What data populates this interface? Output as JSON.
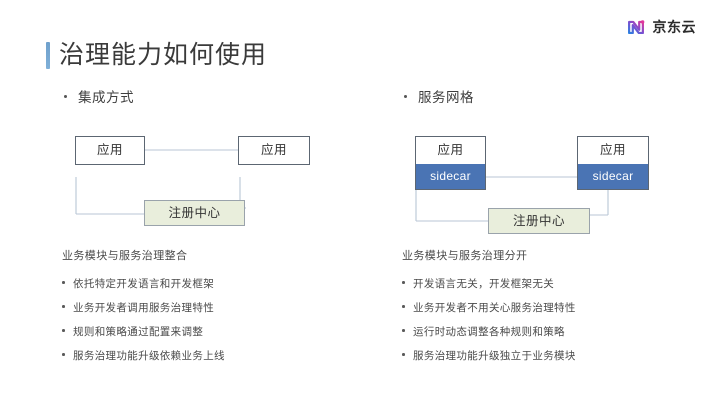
{
  "brand": {
    "logo_icon": "jd-cloud-logo-icon",
    "name": "京东云"
  },
  "slide": {
    "title": "治理能力如何使用"
  },
  "columns": [
    {
      "id": "integration",
      "heading": "集成方式",
      "diagram": {
        "type": "node-link",
        "nodes": [
          {
            "id": "app-left",
            "label": "应用"
          },
          {
            "id": "app-right",
            "label": "应用"
          },
          {
            "id": "registry",
            "label": "注册中心"
          }
        ],
        "registry_label": "注册中心"
      },
      "summary": "业务模块与服务治理整合",
      "bullets": [
        "依托特定开发语言和开发框架",
        "业务开发者调用服务治理特性",
        "规则和策略通过配置来调整",
        "服务治理功能升级依赖业务上线"
      ]
    },
    {
      "id": "service-mesh",
      "heading": "服务网格",
      "diagram": {
        "type": "node-link",
        "nodes": [
          {
            "id": "app-left",
            "label": "应用",
            "sidecar": "sidecar"
          },
          {
            "id": "app-right",
            "label": "应用",
            "sidecar": "sidecar"
          },
          {
            "id": "registry",
            "label": "注册中心"
          }
        ],
        "registry_label": "注册中心"
      },
      "summary": "业务模块与服务治理分开",
      "bullets": [
        "开发语言无关，开发框架无关",
        "业务开发者不用关心服务治理特性",
        "运行时动态调整各种规则和策略",
        "服务治理功能升级独立于业务模块"
      ]
    }
  ],
  "colors": {
    "accent_bar": "#6fa0cc",
    "sidecar_fill": "#4a74b4",
    "registry_fill": "#e9eedc",
    "node_border": "#5c6672",
    "connector": "#b9c6d6",
    "background": "#ffffff"
  }
}
